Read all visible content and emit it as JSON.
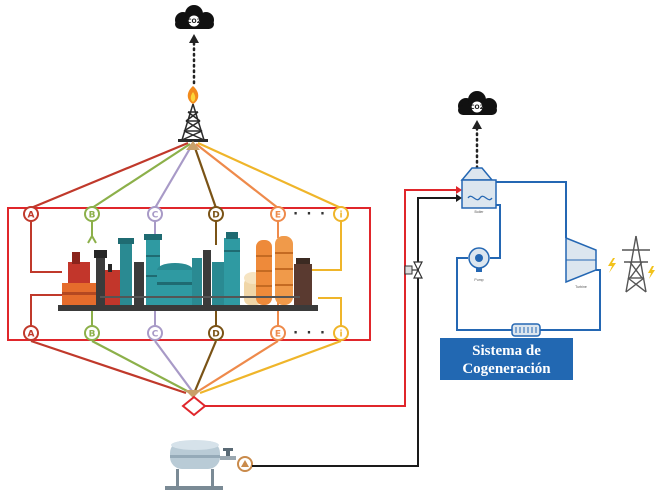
{
  "nodes": {
    "top": [
      "A",
      "B",
      "C",
      "D",
      "E",
      "i"
    ],
    "bottom": [
      "A",
      "B",
      "C",
      "D",
      "E",
      "i"
    ],
    "ellipsis": "· · ·"
  },
  "colors": {
    "A": "#c0392b",
    "B": "#8cb04a",
    "C": "#a89ac7",
    "D": "#7a5316",
    "E": "#ee8a4b",
    "i": "#efb52a",
    "frame": "#e0262b",
    "water_loop": "#2467b3",
    "fuel_line": "#1a1a1a",
    "cogen_box": "#2268b2"
  },
  "icons": {
    "emission_left": "co2-cloud-icon",
    "emission_right": "co2-cloud-icon",
    "co2_text": "CO2",
    "flare": "flare-stack-icon",
    "mixer": "mixing-node-icon",
    "refinery": "refinery-plant-icon",
    "tank": "fuel-tank-icon",
    "valve": "control-valve-icon",
    "boiler": "boiler-icon",
    "pump": "pump-icon",
    "turbine": "turbine-icon",
    "condenser": "heat-exchanger-icon",
    "power": "power-tower-icon"
  },
  "equipment_labels": {
    "boiler": "Boiler",
    "pump": "Pump",
    "turbine": "Turbine"
  },
  "cogeneration": {
    "line1": "Sistema de",
    "line2": "Cogeneración"
  }
}
